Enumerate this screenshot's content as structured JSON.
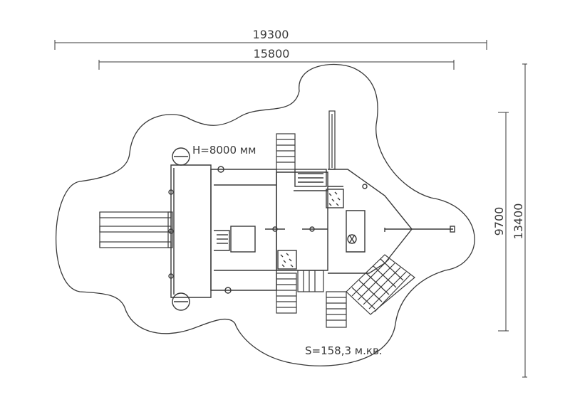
{
  "dimensions": {
    "overall_width": "19300",
    "inner_width": "15800",
    "inner_height": "9700",
    "overall_height": "13400"
  },
  "annotations": {
    "height": "H=8000 мм",
    "area": "S=158,3 м.кв."
  },
  "colors": {
    "line": "#3a3a3a",
    "background": "#ffffff"
  }
}
